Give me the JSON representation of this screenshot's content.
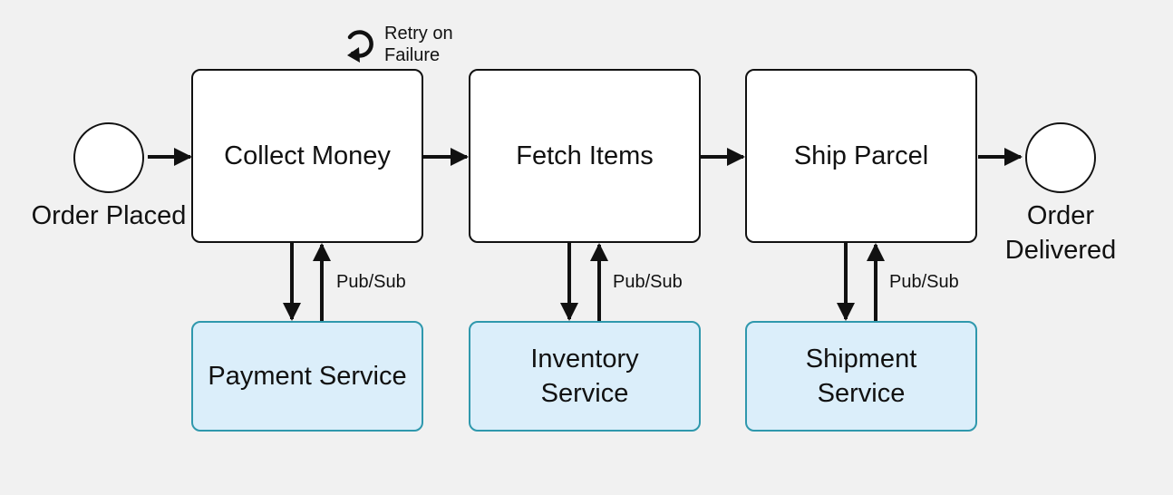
{
  "events": {
    "start": {
      "label": "Order Placed"
    },
    "end": {
      "label": "Order Delivered"
    }
  },
  "tasks": [
    {
      "label": "Collect Money"
    },
    {
      "label": "Fetch Items"
    },
    {
      "label": "Ship Parcel"
    }
  ],
  "services": [
    {
      "label": "Payment Service"
    },
    {
      "label": "Inventory Service"
    },
    {
      "label": "Shipment Service"
    }
  ],
  "connectors": {
    "pubsub_label": "Pub/Sub"
  },
  "retry": {
    "label": "Retry on Failure",
    "icon": "retry-icon"
  },
  "colors": {
    "background": "#f1f1f1",
    "task_fill": "#ffffff",
    "task_border": "#111111",
    "service_fill": "#dbeefa",
    "service_border": "#2f98ad"
  }
}
